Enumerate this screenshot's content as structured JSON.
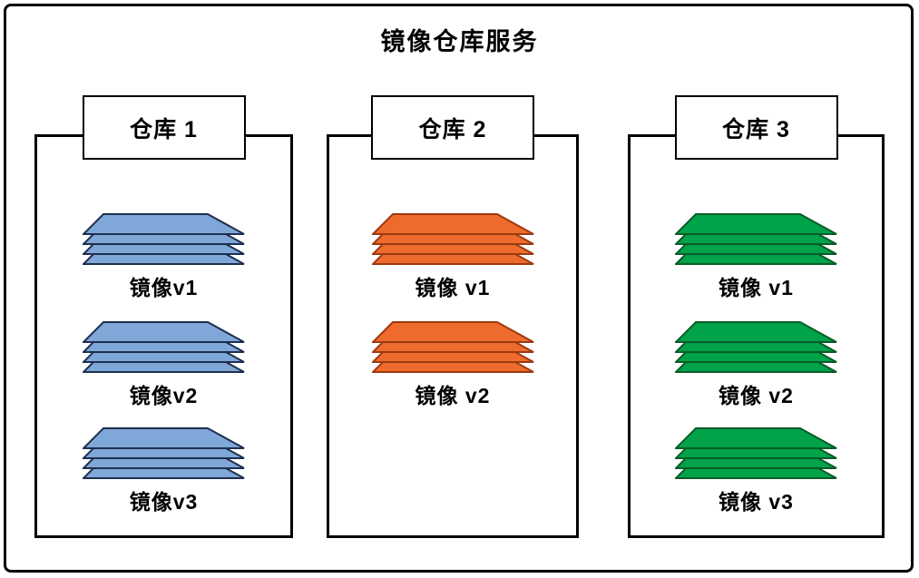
{
  "title": "镜像仓库服务",
  "repos": [
    {
      "label": "仓库 1",
      "fill": "#7fa8d8",
      "stroke": "#1e2f4f",
      "images": [
        {
          "label": "镜像v1"
        },
        {
          "label": "镜像v2"
        },
        {
          "label": "镜像v3"
        }
      ]
    },
    {
      "label": "仓库 2",
      "fill": "#ee6b2d",
      "stroke": "#9c3a10",
      "images": [
        {
          "label": "镜像 v1"
        },
        {
          "label": "镜像 v2"
        }
      ]
    },
    {
      "label": "仓库 3",
      "fill": "#00a24a",
      "stroke": "#0a5c27",
      "images": [
        {
          "label": "镜像 v1"
        },
        {
          "label": "镜像 v2"
        },
        {
          "label": "镜像 v3"
        }
      ]
    }
  ]
}
